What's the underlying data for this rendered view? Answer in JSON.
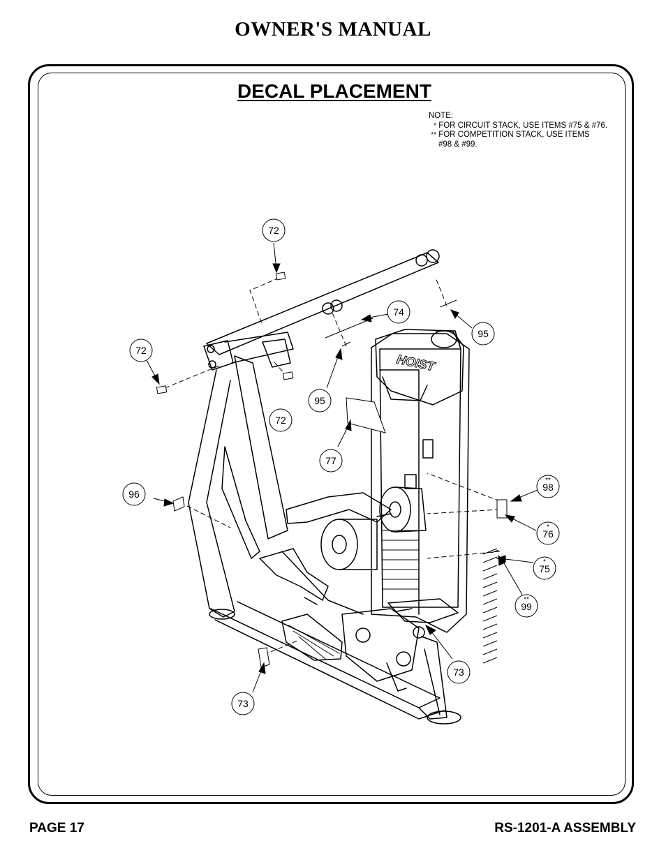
{
  "header": {
    "title": "OWNER'S MANUAL"
  },
  "section": {
    "title": "DECAL PLACEMENT"
  },
  "note": {
    "heading": "NOTE:",
    "line1_mark": "*",
    "line1": "FOR CIRCUIT STACK, USE ITEMS #75 & #76.",
    "line2_mark": "**",
    "line2": "FOR COMPETITION STACK, USE ITEMS",
    "line3": "#98 & #99."
  },
  "callouts": {
    "c72a": "72",
    "c72b": "72",
    "c72c": "72",
    "c74": "74",
    "c95a": "95",
    "c95b": "95",
    "c77": "77",
    "c96": "96",
    "c98": "98",
    "c98_mark": "**",
    "c76": "76",
    "c76_mark": "*",
    "c75": "75",
    "c75_mark": "*",
    "c99": "99",
    "c99_mark": "**",
    "c73a": "73",
    "c73b": "73"
  },
  "logo": {
    "text": "HOIST"
  },
  "footer": {
    "page": "PAGE 17",
    "doc": "RS-1201-A ASSEMBLY"
  }
}
